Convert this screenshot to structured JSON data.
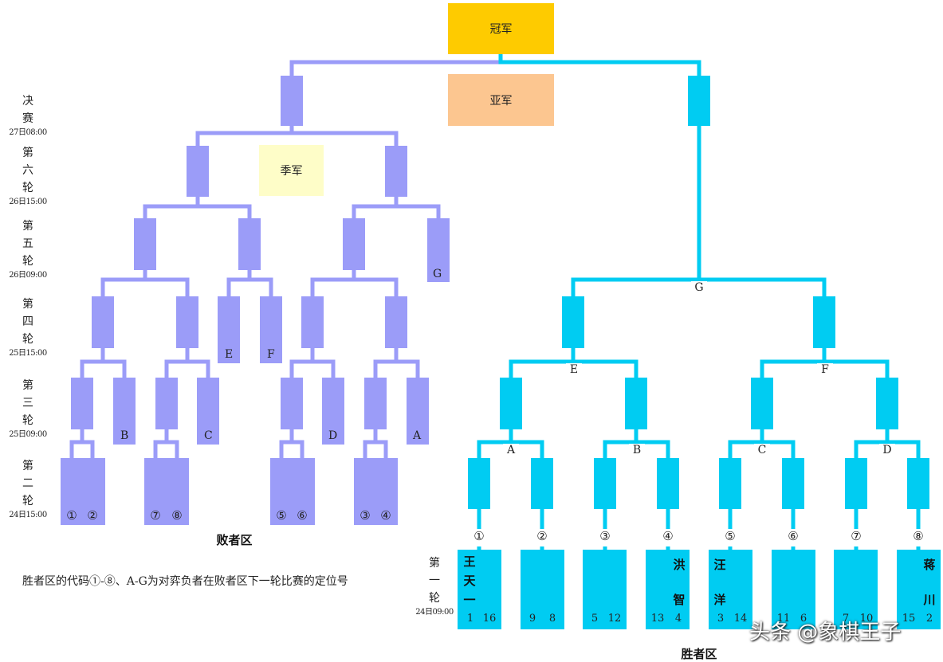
{
  "colors": {
    "loser": "#9b9cf8",
    "winner": "#00ccf2",
    "champion": "#fecb00",
    "runner_up": "#fcc690",
    "third": "#fefdc8"
  },
  "podium": {
    "champion": "冠军",
    "runner_up": "亚军",
    "third": "季军"
  },
  "rounds": [
    {
      "chars": [
        "决",
        "赛"
      ],
      "date": "27日08:00"
    },
    {
      "chars": [
        "第",
        "六",
        "轮"
      ],
      "date": "26日15:00"
    },
    {
      "chars": [
        "第",
        "五",
        "轮"
      ],
      "date": "26日09:00"
    },
    {
      "chars": [
        "第",
        "四",
        "轮"
      ],
      "date": "25日15:00"
    },
    {
      "chars": [
        "第",
        "三",
        "轮"
      ],
      "date": "25日09:00"
    },
    {
      "chars": [
        "第",
        "二",
        "轮"
      ],
      "date": "24日15:00"
    }
  ],
  "round1": {
    "chars": [
      "第",
      "一",
      "轮"
    ],
    "date": "24日09:00"
  },
  "loser_labels": {
    "r5": "G",
    "r4": [
      "E",
      "F"
    ],
    "r3": [
      "B",
      "C",
      "D",
      "A"
    ]
  },
  "loser_r2_codes": [
    [
      "①",
      "②"
    ],
    [
      "⑦",
      "⑧"
    ],
    [
      "⑤",
      "⑥"
    ],
    [
      "③",
      "④"
    ]
  ],
  "winner_labels": {
    "g": "G",
    "ef": [
      "E",
      "F"
    ],
    "abcd": [
      "A",
      "B",
      "C",
      "D"
    ]
  },
  "winner_codes": [
    "①",
    "②",
    "③",
    "④",
    "⑤",
    "⑥",
    "⑦",
    "⑧"
  ],
  "seeds": [
    [
      "1",
      "16"
    ],
    [
      "9",
      "8"
    ],
    [
      "5",
      "12"
    ],
    [
      "13",
      "4"
    ],
    [
      "3",
      "14"
    ],
    [
      "11",
      "6"
    ],
    [
      "7",
      "10"
    ],
    [
      "15",
      "2"
    ]
  ],
  "players": [
    {
      "slot": 0,
      "side": "left",
      "name": [
        "王",
        "天",
        "一"
      ]
    },
    {
      "slot": 3,
      "side": "right",
      "name": [
        "洪",
        "",
        "智"
      ]
    },
    {
      "slot": 4,
      "side": "left",
      "name": [
        "汪",
        "",
        "洋"
      ]
    },
    {
      "slot": 7,
      "side": "right",
      "name": [
        "蒋",
        "",
        "川"
      ]
    }
  ],
  "zone_titles": {
    "loser": "败者区",
    "winner": "胜者区"
  },
  "note": "胜者区的代码①-⑧、A-G为对弈负者在败者区下一轮比赛的定位号",
  "watermark": "头条 @象棋王子"
}
